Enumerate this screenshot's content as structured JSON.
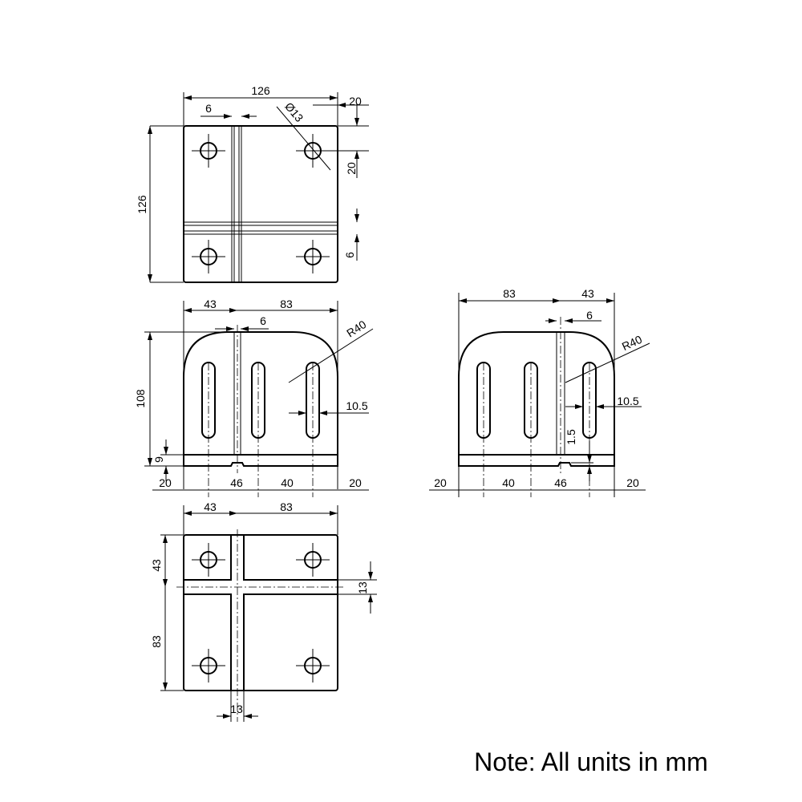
{
  "note": "Note: All units in mm",
  "top_view": {
    "width": "126",
    "slot_width": "6",
    "hole_dia": "Ø13",
    "edge_x": "20",
    "edge_y": "20",
    "groove": "6",
    "height": "126"
  },
  "front_view": {
    "left": "43",
    "right": "83",
    "groove": "6",
    "radius": "R40",
    "slot_width": "10.5",
    "height": "108",
    "base": "9",
    "b1": "20",
    "b2": "46",
    "b3": "40",
    "b4": "20"
  },
  "side_view": {
    "left": "83",
    "right": "43",
    "groove": "6",
    "radius": "R40",
    "slot_width": "10.5",
    "depth": "1.5",
    "b1": "20",
    "b2": "40",
    "b3": "46",
    "b4": "20"
  },
  "bottom_view": {
    "left": "43",
    "right": "83",
    "top": "43",
    "bottom": "83",
    "groove_h": "13",
    "groove_w": "13"
  }
}
